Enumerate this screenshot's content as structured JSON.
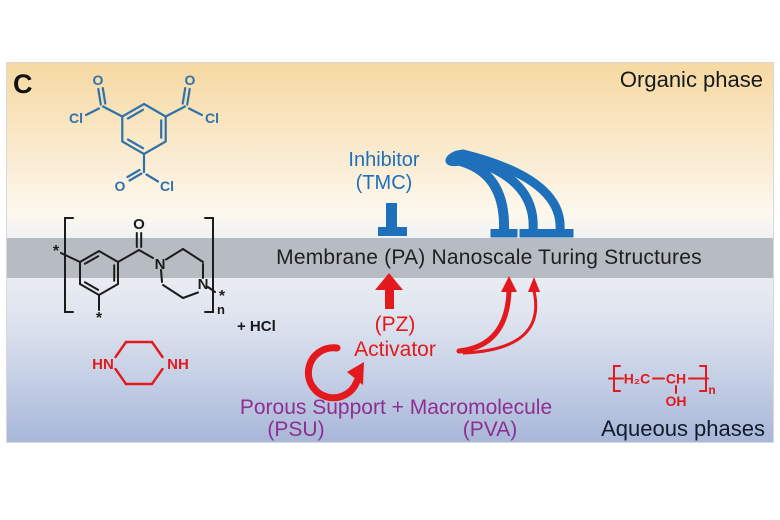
{
  "panel": {
    "label": "C"
  },
  "phase_labels": {
    "organic": "Organic phase",
    "aqueous": "Aqueous phases"
  },
  "membrane_band": {
    "text": "Membrane (PA) Nanoscale Turing Structures"
  },
  "inhibitor_label": {
    "line1": "Inhibitor",
    "line2": "(TMC)"
  },
  "activator_label": {
    "line1": "(PZ)",
    "line2": "Activator"
  },
  "support_label": {
    "text": "Porous Support + Macromolecule",
    "psu": "(PSU)",
    "pva": "(PVA)"
  },
  "byproduct_label": {
    "text": "+ HCl"
  },
  "molecules": {
    "tmc": {
      "o": "O",
      "cl": "Cl"
    },
    "polyamide": {
      "o": "O",
      "n_atom": "N",
      "star": "*",
      "repeat": "n"
    },
    "piperazine": {
      "hn": "HN",
      "nh": "NH"
    },
    "pva": {
      "h2c": "H₂C",
      "ch": "CH",
      "oh": "OH",
      "repeat": "n"
    }
  },
  "colors": {
    "inhibitor_blue": "#1d70b9",
    "structure_blue": "#2e72ab",
    "activator_red": "#e3191d",
    "support_purple": "#8e2e91",
    "membrane_gray": "#b7bcc2",
    "organic_top": "#f6d9a2",
    "aqueous_bottom": "#a8b7d9",
    "polyamide_black": "#1c1c1c"
  }
}
